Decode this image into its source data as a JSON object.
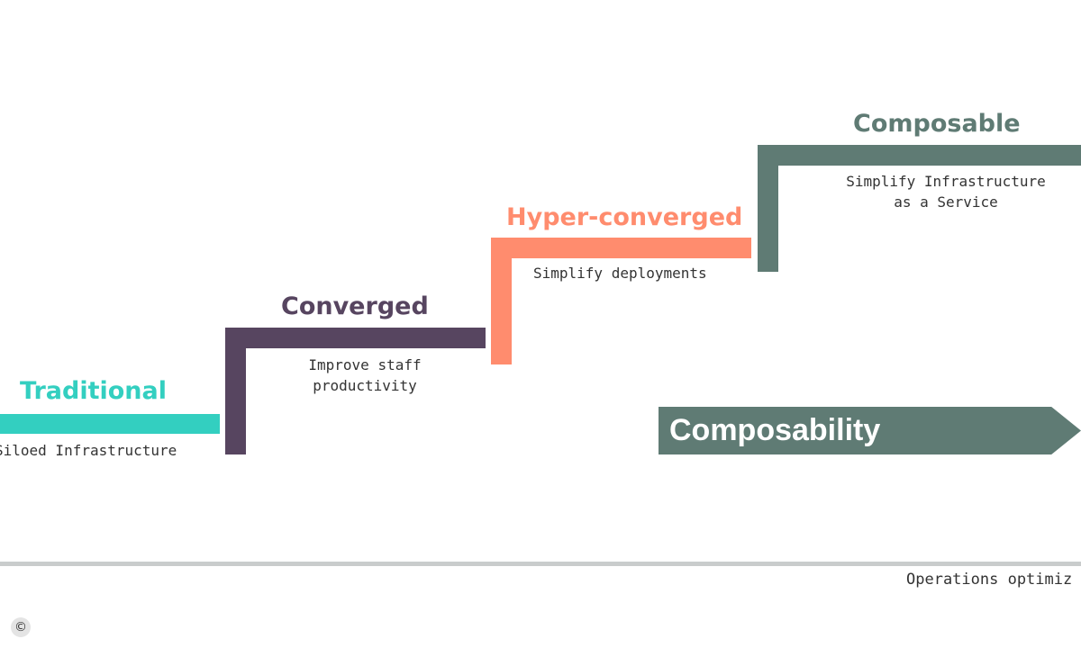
{
  "steps": [
    {
      "title": "Traditional",
      "desc_lines": [
        "Siloed Infrastructure"
      ],
      "color": "#33cfc0"
    },
    {
      "title": "Converged",
      "desc_lines": [
        "Improve staff",
        "productivity"
      ],
      "color": "#574560"
    },
    {
      "title": "Hyper-converged",
      "desc_lines": [
        "Simplify deployments"
      ],
      "color": "#ff8c6e"
    },
    {
      "title": "Composable",
      "desc_lines": [
        "Simplify Infrastructure",
        "as a Service"
      ],
      "color": "#5f7b74"
    }
  ],
  "arrow": {
    "label": "Composability",
    "color": "#5f7b74"
  },
  "axis": {
    "label": "Operations optimiz"
  },
  "copyright_symbol": "©"
}
